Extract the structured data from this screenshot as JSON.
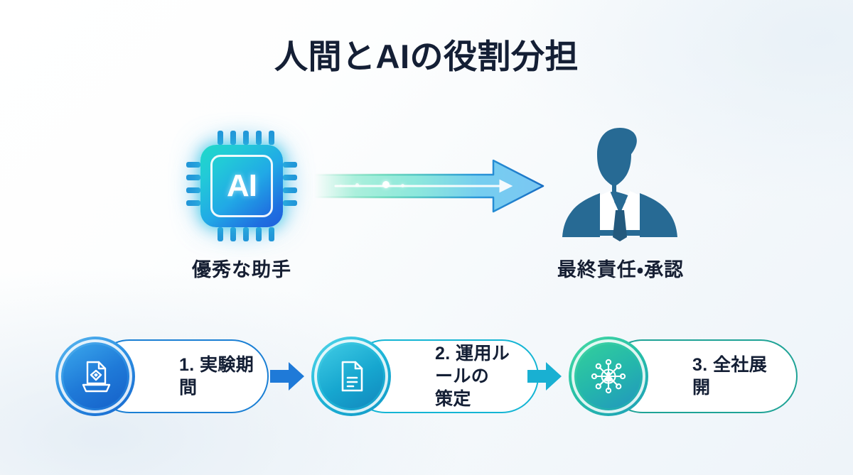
{
  "slide": {
    "title": "人間とAIの役割分担",
    "background_start": "#ffffff",
    "background_end": "#eef4f9",
    "title_color": "#141f35"
  },
  "flow": {
    "source": {
      "icon": "ai-chip-icon",
      "chip_label": "AI",
      "caption": "優秀な助手",
      "color_start": "#1fd9c8",
      "color_end": "#1f5fdc"
    },
    "arrow": {
      "icon": "right-arrow-icon",
      "color_start": "#3fdca8",
      "color_end": "#2f8fe0"
    },
    "target": {
      "icon": "businessman-silhouette-icon",
      "caption": "最終責任・承認",
      "color": "#276a94"
    }
  },
  "steps": [
    {
      "label": "1. 実験期間",
      "icon": "document-lab-icon",
      "accent": "#1a7fd4"
    },
    {
      "label": "2. 運用ルールの\n策定",
      "line1": "2. 運用ルールの",
      "line2": "策定",
      "icon": "document-lines-icon",
      "accent": "#14b5d4"
    },
    {
      "label": "3. 全社展開",
      "icon": "network-hub-icon",
      "accent": "#1fa396"
    }
  ],
  "connectors": [
    {
      "icon": "arrow-right-connector-icon",
      "color": "#1f7ad8"
    },
    {
      "icon": "arrow-right-connector-icon",
      "color": "#19b0d2"
    }
  ]
}
